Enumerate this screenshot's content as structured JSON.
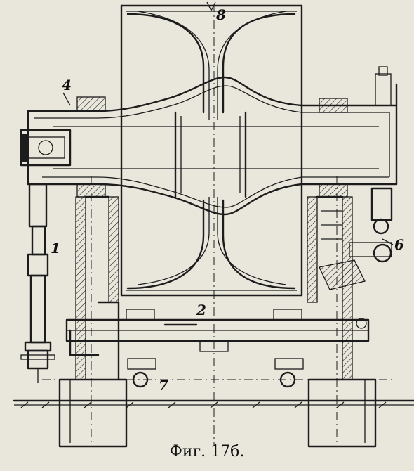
{
  "figure": {
    "caption": "Фиг. 17б.",
    "labels": [
      "8",
      "4",
      "1",
      "6",
      "2",
      "7"
    ]
  }
}
